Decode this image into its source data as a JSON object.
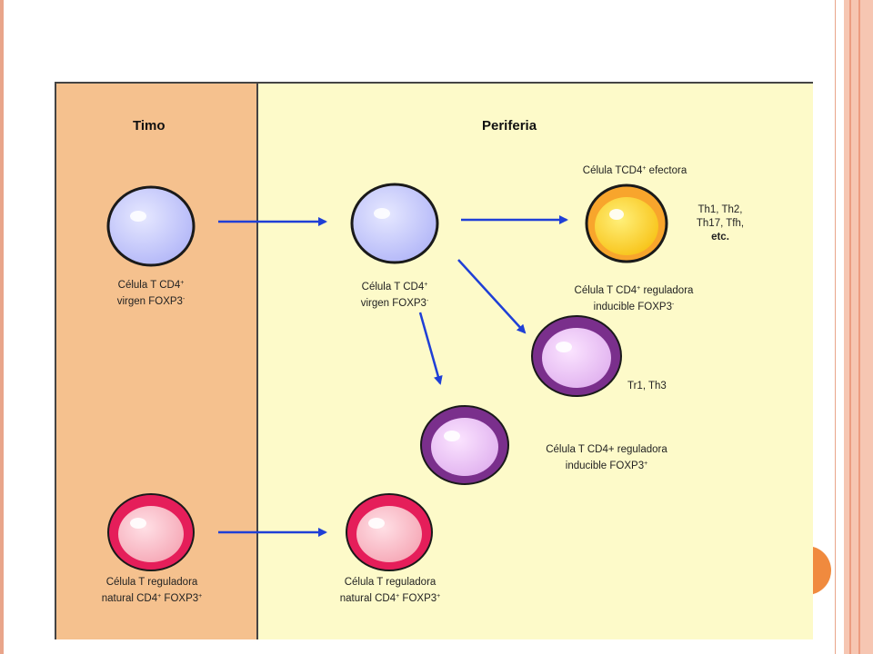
{
  "headers": {
    "thymus": "Timo",
    "periphery": "Periferia"
  },
  "labels": {
    "thymus_naive": [
      "Célula T CD4",
      "+",
      "virgen FOXP3",
      "-"
    ],
    "periphery_naive": [
      "Célula T CD4",
      "+",
      "virgen FOXP3",
      "-"
    ],
    "effector_title": [
      "Célula TCD4",
      "+",
      " efectora"
    ],
    "effector_subsets": [
      "Th1, Th2,",
      "Th17, Tfh,",
      "etc."
    ],
    "induced_treg_neg": [
      "Célula T CD4",
      "+",
      " reguladora",
      "inducible FOXP3",
      "-"
    ],
    "tr1_th3": "Tr1, Th3",
    "induced_treg_pos": [
      "Célula T CD4+ reguladora",
      "inducible FOXP3",
      "+"
    ],
    "thymus_natural_treg": [
      "Célula T reguladora",
      "natural CD4",
      "+",
      " FOXP3",
      "+"
    ],
    "periphery_natural_treg": [
      "Célula T reguladora",
      "natural CD4",
      "+",
      " FOXP3",
      "+"
    ]
  },
  "colors": {
    "thymus_bg": "#f5c18e",
    "periphery_bg": "#fdfac9",
    "arrow": "#1f3fd6",
    "naive_cell": "#b4b8f8",
    "effector_cell": "#f8a52c",
    "induced_treg_cell": "#7a2f8c",
    "natural_treg_cell": "#e51e5a"
  }
}
